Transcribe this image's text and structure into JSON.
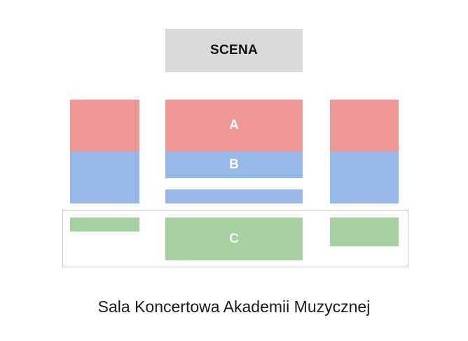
{
  "stage": {
    "label": "SCENA"
  },
  "zones": {
    "A": {
      "label": "A"
    },
    "B": {
      "label": "B"
    },
    "C": {
      "label": "C"
    }
  },
  "venue_name": "Sala Koncertowa Akademii Muzycznej",
  "colors": {
    "stage": "#d9d9d9",
    "zone_a": "#ef9795",
    "zone_b": "#95b8e8",
    "zone_c": "#a4d19f",
    "frame": "#c8c8c8"
  }
}
